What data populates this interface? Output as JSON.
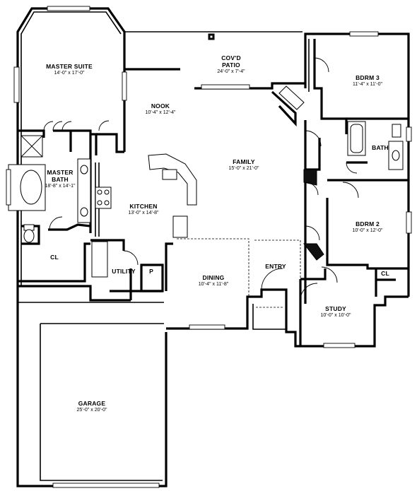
{
  "rooms": {
    "master_suite": {
      "name": "MASTER SUITE",
      "dims": "14'-0\" x 17'-0\""
    },
    "patio": {
      "name1": "COV'D",
      "name2": "PATIO",
      "dims": "24'-0\" x 7'-4\""
    },
    "bdrm3": {
      "name": "BDRM 3",
      "dims": "11'-4\" x 11'-0\""
    },
    "nook": {
      "name": "NOOK",
      "dims": "10'-4\" x 12'-4\""
    },
    "family": {
      "name": "FAMILY",
      "dims": "15'-0\" x 21'-0\""
    },
    "bath": {
      "name": "BATH"
    },
    "master_bath": {
      "name1": "MASTER",
      "name2": "BATH",
      "dims": "18'-8\" x 14'-1\""
    },
    "kitchen": {
      "name": "KITCHEN",
      "dims": "13'-0\" x 14'-8\""
    },
    "bdrm2": {
      "name": "BDRM 2",
      "dims": "10'-0\" x 12'-0\""
    },
    "closet_master": {
      "name": "CL"
    },
    "utility": {
      "name": "UTILITY"
    },
    "pantry": {
      "name": "P"
    },
    "entry": {
      "name": "ENTRY"
    },
    "dining": {
      "name": "DINING",
      "dims": "10'-4\" x 11'-8\""
    },
    "closet_bd2": {
      "name": "CL"
    },
    "study": {
      "name": "STUDY",
      "dims": "10'-0\" x 10'-0\""
    },
    "garage": {
      "name": "GARAGE",
      "dims": "25'-0\" x 20'-0\""
    }
  }
}
